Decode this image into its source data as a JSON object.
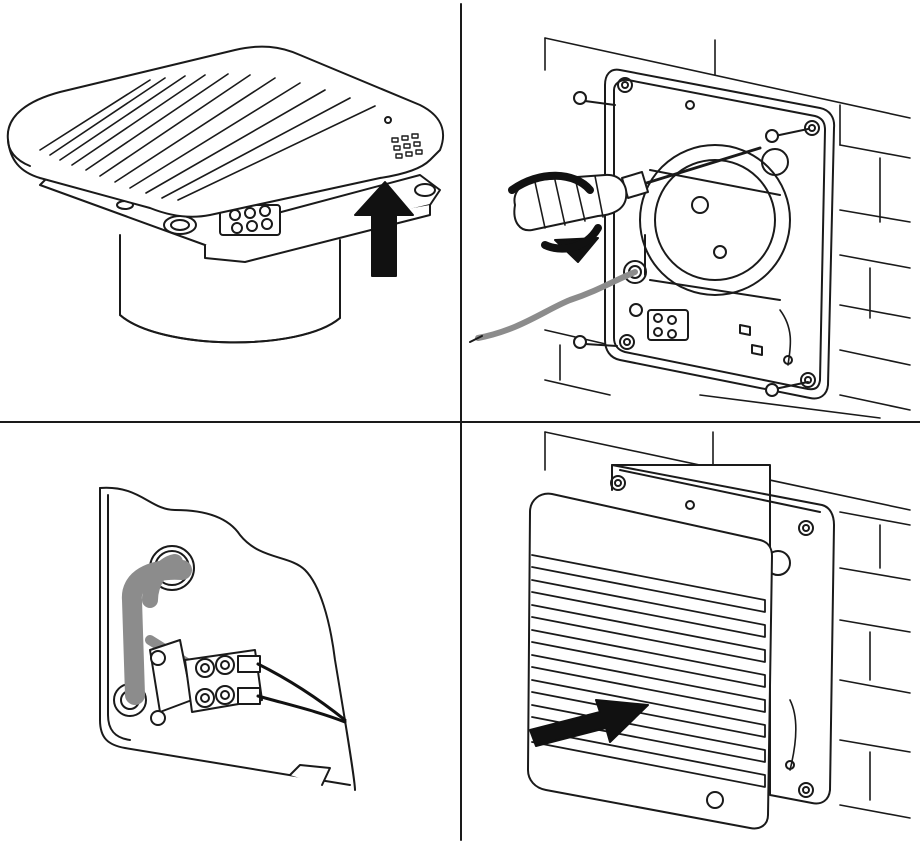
{
  "diagram": {
    "steps": [
      {
        "id": "step-1",
        "description_icon": "remove-cover-arrow-up-icon"
      },
      {
        "id": "step-2",
        "description_icon": "screwdriver-rotate-icon"
      },
      {
        "id": "step-3",
        "description_icon": "wire-terminal-icon"
      },
      {
        "id": "step-4",
        "description_icon": "attach-grille-arrow-icon"
      }
    ]
  },
  "colors": {
    "line": "#1a1a1a",
    "fill": "#ffffff",
    "cable": "#8c8c8c",
    "arrow": "#111111"
  }
}
